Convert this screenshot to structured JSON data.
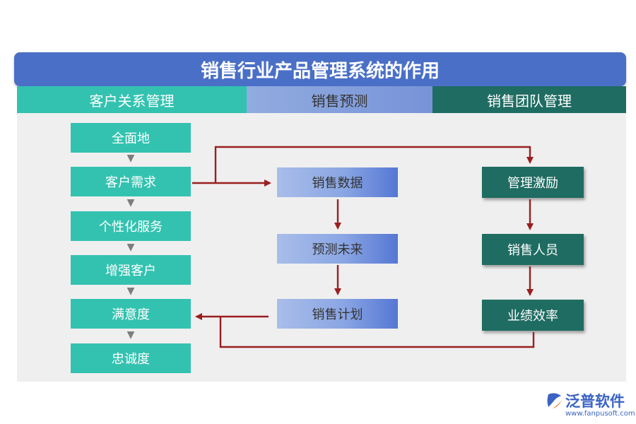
{
  "title": "销售行业产品管理系统的作用",
  "columns": {
    "left": {
      "header": "客户关系管理",
      "items": [
        "全面地",
        "客户需求",
        "个性化服务",
        "增强客户",
        "满意度",
        "忠诚度"
      ]
    },
    "middle": {
      "header": "销售预测",
      "items": [
        "销售数据",
        "预测未来",
        "销售计划"
      ]
    },
    "right": {
      "header": "销售团队管理",
      "items": [
        "管理激励",
        "销售人员",
        "业绩效率"
      ]
    }
  },
  "colors": {
    "title": "#4a6fc7",
    "teal": "#33c2b0",
    "blue": "#7893d8",
    "dark_green": "#1f6c62",
    "arrow": "#9a1f1f",
    "panel": "#efefef"
  },
  "logo": {
    "name": "泛普软件",
    "url": "www.fanpusoft.com",
    "icon": "fanpu-logo-icon"
  }
}
